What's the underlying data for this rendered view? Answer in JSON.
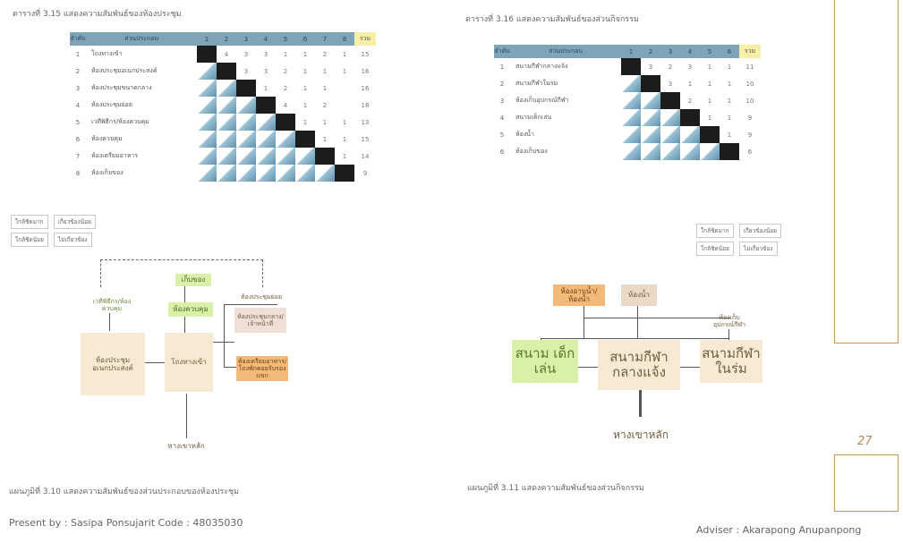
{
  "captions": {
    "table_left": "ตารางที่ 3.15 แสดงความสัมพันธ์ของห้องประชุม",
    "table_right": "ตารางที่ 3.16 แสดงความสัมพันธ์ของส่วนกิจกรรม",
    "diagram_left": "แผนภูมิที่ 3.10 แสดงความสัมพันธ์ของส่วนประกอบของห้องประชุม",
    "diagram_right": "แผนภูมิที่ 3.11 แสดงความสัมพันธ์ของส่วนกิจกรรม"
  },
  "table_left": {
    "header": {
      "no": "ลำดับ",
      "name": "ส่วนประกอบ",
      "total": "รวม",
      "cols": [
        "1",
        "2",
        "3",
        "4",
        "5",
        "6",
        "7",
        "8"
      ]
    },
    "rows": [
      {
        "no": "1",
        "name": "โถงทางเข้า",
        "vals": [
          "4",
          "3",
          "3",
          "1",
          "1",
          "2",
          "1"
        ],
        "total": "15"
      },
      {
        "no": "2",
        "name": "ห้องประชุมอเนกประสงค์",
        "vals": [
          "3",
          "3",
          "2",
          "1",
          "1",
          "1"
        ],
        "total": "16"
      },
      {
        "no": "3",
        "name": "ห้องประชุมขนาดกลาง",
        "vals": [
          "1",
          "2",
          "1",
          "1"
        ],
        "total": "16"
      },
      {
        "no": "4",
        "name": "ห้องประชุมย่อย",
        "vals": [
          "4",
          "1",
          "2"
        ],
        "total": "18"
      },
      {
        "no": "5",
        "name": "เวทีพิธีกร/ห้องควบคุม",
        "vals": [
          "1",
          "1",
          "1"
        ],
        "total": "13"
      },
      {
        "no": "6",
        "name": "ห้องควบคุม",
        "vals": [
          "1",
          "1"
        ],
        "total": "15"
      },
      {
        "no": "7",
        "name": "ห้องเตรียมอาหาร",
        "vals": [
          "1"
        ],
        "total": "14"
      },
      {
        "no": "8",
        "name": "ห้องเก็บของ",
        "vals": [],
        "total": "9"
      }
    ]
  },
  "table_right": {
    "header": {
      "no": "ลำดับ",
      "name": "ส่วนประกอบ",
      "total": "รวม",
      "cols": [
        "1",
        "2",
        "3",
        "4",
        "5",
        "6"
      ]
    },
    "rows": [
      {
        "no": "1",
        "name": "สนามกีฬากลางแจ้ง",
        "vals": [
          "3",
          "2",
          "3",
          "1",
          "1"
        ],
        "total": "11"
      },
      {
        "no": "2",
        "name": "สนามกีฬาในร่ม",
        "vals": [
          "3",
          "1",
          "1",
          "1"
        ],
        "total": "10"
      },
      {
        "no": "3",
        "name": "ห้องเก็บอุปกรณ์กีฬา",
        "vals": [
          "2",
          "1",
          "1"
        ],
        "total": "10"
      },
      {
        "no": "4",
        "name": "สนามเด็กเล่น",
        "vals": [
          "1",
          "1"
        ],
        "total": "9"
      },
      {
        "no": "5",
        "name": "ห้องน้ำ",
        "vals": [
          "1"
        ],
        "total": "9"
      },
      {
        "no": "6",
        "name": "ห้องเก็บของ",
        "vals": [],
        "total": "6"
      }
    ]
  },
  "legend_left": {
    "a": "ใกล้ชิดมาก",
    "b": "ใกล้ชิดน้อย",
    "c": "เกี่ยวข้องน้อย",
    "d": "ไม่เกี่ยวข้อง"
  },
  "legend_right": {
    "a": "ใกล้ชิดมาก",
    "b": "ใกล้ชิดน้อย",
    "c": "เกี่ยวข้องน้อย",
    "d": "ไม่เกี่ยวข้อง"
  },
  "diagram_left": {
    "storage": "เก็บของ",
    "control": "ห้องควบคุม",
    "stage": "เวทีพิธีกร/ห้องควบคุม",
    "small_rooms": "ห้องประชุมย่อย",
    "mid_room": "ห้องประชุมกลาง/เจ้าหน้าที่",
    "main_hall": "ห้องประชุมอเนกประสงค์",
    "lobby": "โถงทางเข้า",
    "kitchen": "ห้องเตรียมอาหาร/โถงพักคอยรับรองแขก",
    "main_lobby": "หางเขาหลัก"
  },
  "diagram_right": {
    "toilet": "ห้องอาบน้ำ/ห้องน้ำ",
    "changing": "ห้องน้ำ",
    "equip": "ห้องเก็บอุปกรณ์กีฬา",
    "playground": "สนาม เด็กเล่น",
    "outdoor": "สนามกีฬา กลางแจ้ง",
    "indoor": "สนามกีฬา ในร่ม",
    "main": "หางเขาหลัก"
  },
  "page_number": "27",
  "footer": {
    "left": "Present by : Sasipa Ponsujarit Code : 48035030",
    "right": "Adviser : Akarapong Anupanpong"
  }
}
